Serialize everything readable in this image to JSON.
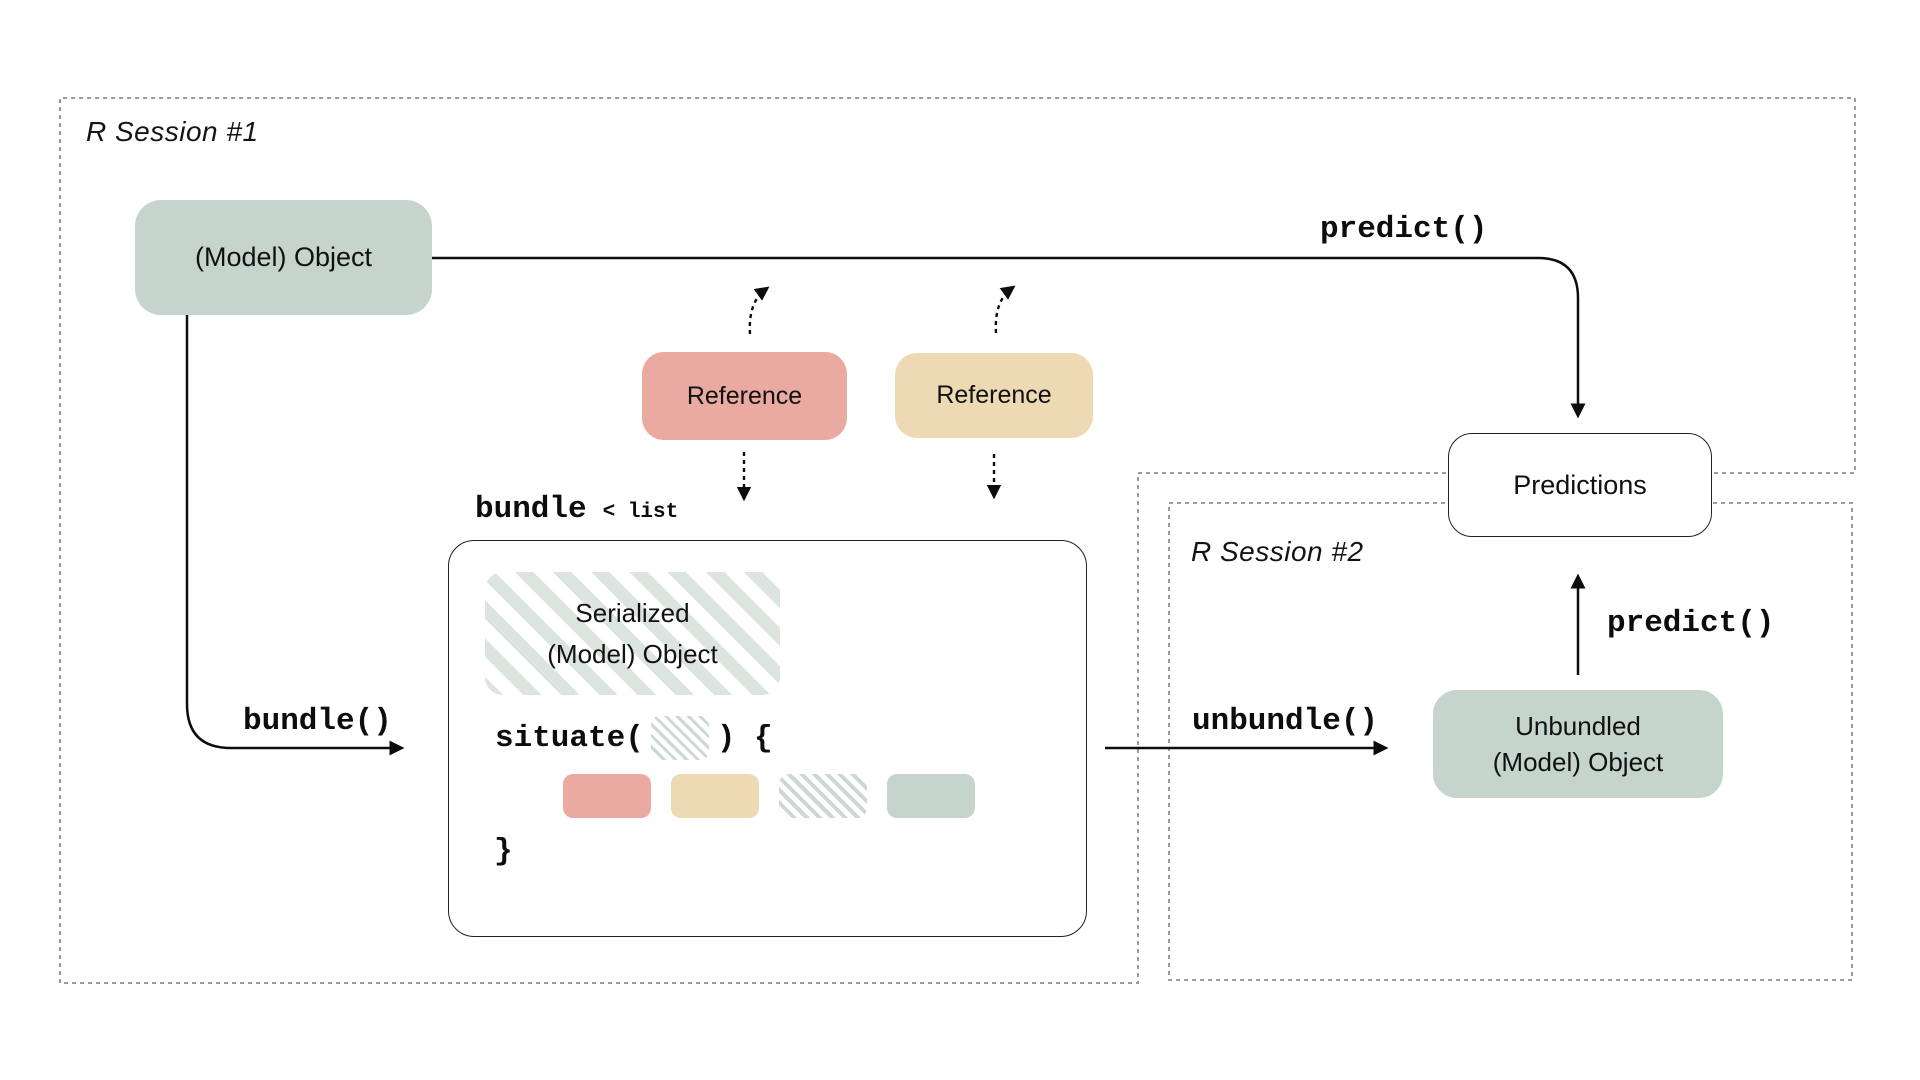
{
  "diagram": {
    "session1": {
      "label": "R Session #1"
    },
    "session2": {
      "label": "R Session #2"
    },
    "model_object": {
      "label": "(Model) Object"
    },
    "reference_red": {
      "label": "Reference"
    },
    "reference_tan": {
      "label": "Reference"
    },
    "predictions": {
      "label": "Predictions"
    },
    "unbundled": {
      "line1": "Unbundled",
      "line2": "(Model) Object"
    },
    "serialized": {
      "line1": "Serialized",
      "line2": "(Model) Object"
    },
    "bundle_heading": {
      "title": "bundle",
      "subtitle": "< list"
    },
    "situate": {
      "prefix": "situate(",
      "suffix": ") {",
      "closing_brace": "}"
    },
    "fn_labels": {
      "predict_top": "predict()",
      "predict_right": "predict()",
      "bundle": "bundle()",
      "unbundle": "unbundle()"
    },
    "colors": {
      "sage_fill": "#c5d4cc",
      "red_fill": "#eaa9a1",
      "tan_fill": "#eed9b5",
      "stripe_sage": "#dbe4de",
      "hatch_sage": "#ccd8d1",
      "session_border": "#9b9b9b",
      "ink": "#111111"
    }
  }
}
